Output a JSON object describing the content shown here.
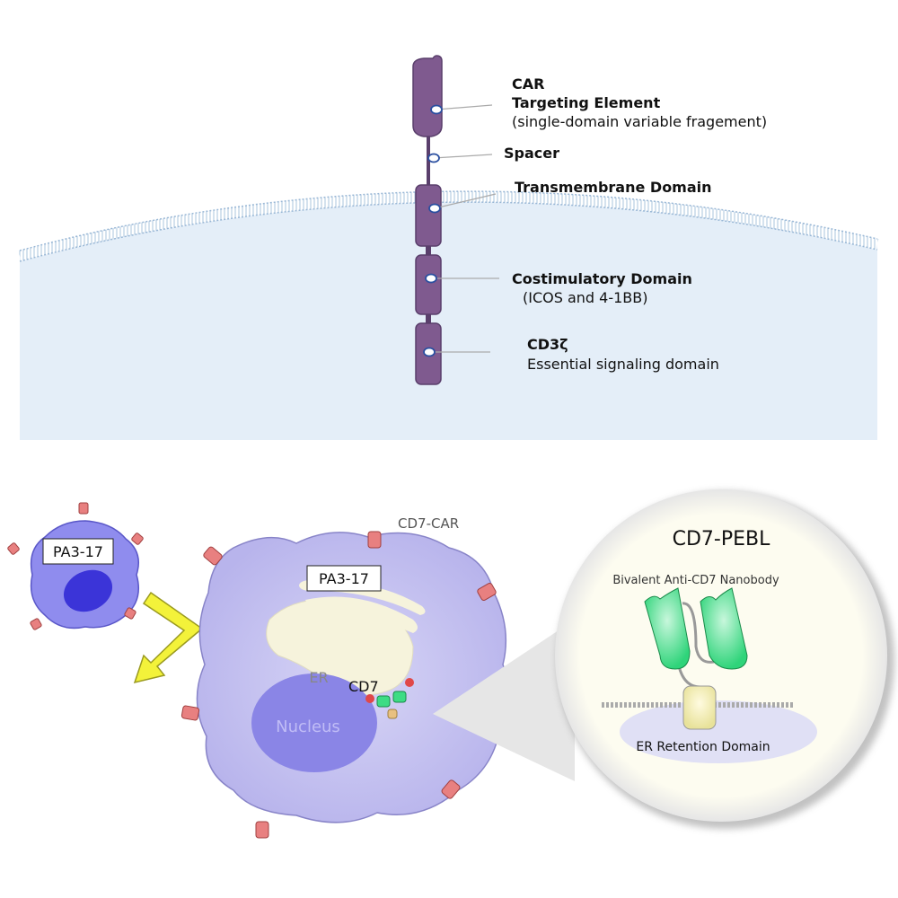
{
  "car": {
    "title": "CAR",
    "targeting": "Targeting Element",
    "targeting_sub": "(single-domain variable fragement)",
    "spacer": "Spacer",
    "transmembrane": "Transmembrane Domain",
    "costim": "Costimulatory Domain",
    "costim_sub": "(ICOS and 4-1BB)",
    "cd3z": "CD3ζ",
    "cd3z_sub": "Essential signaling domain"
  },
  "cells": {
    "small_cell_label": "PA3-17",
    "big_cell_label": "PA3-17",
    "cd7_car": "CD7-CAR",
    "er": "ER",
    "cd7": "CD7",
    "nucleus": "Nucleus"
  },
  "pebl": {
    "title": "CD7-PEBL",
    "nanobody": "Bivalent Anti-CD7 Nanobody",
    "retention": "ER Retention Domain"
  },
  "colors": {
    "car_purple": "#7f5a8f",
    "cell_fill": "#c9c6f0",
    "nucleus": "#8a85e6",
    "nanobody_green": "#3ddc84",
    "receptor_red": "#e88080",
    "arrow_yellow": "#f3f23a",
    "cytoplasm_blue": "#e4eef8"
  }
}
